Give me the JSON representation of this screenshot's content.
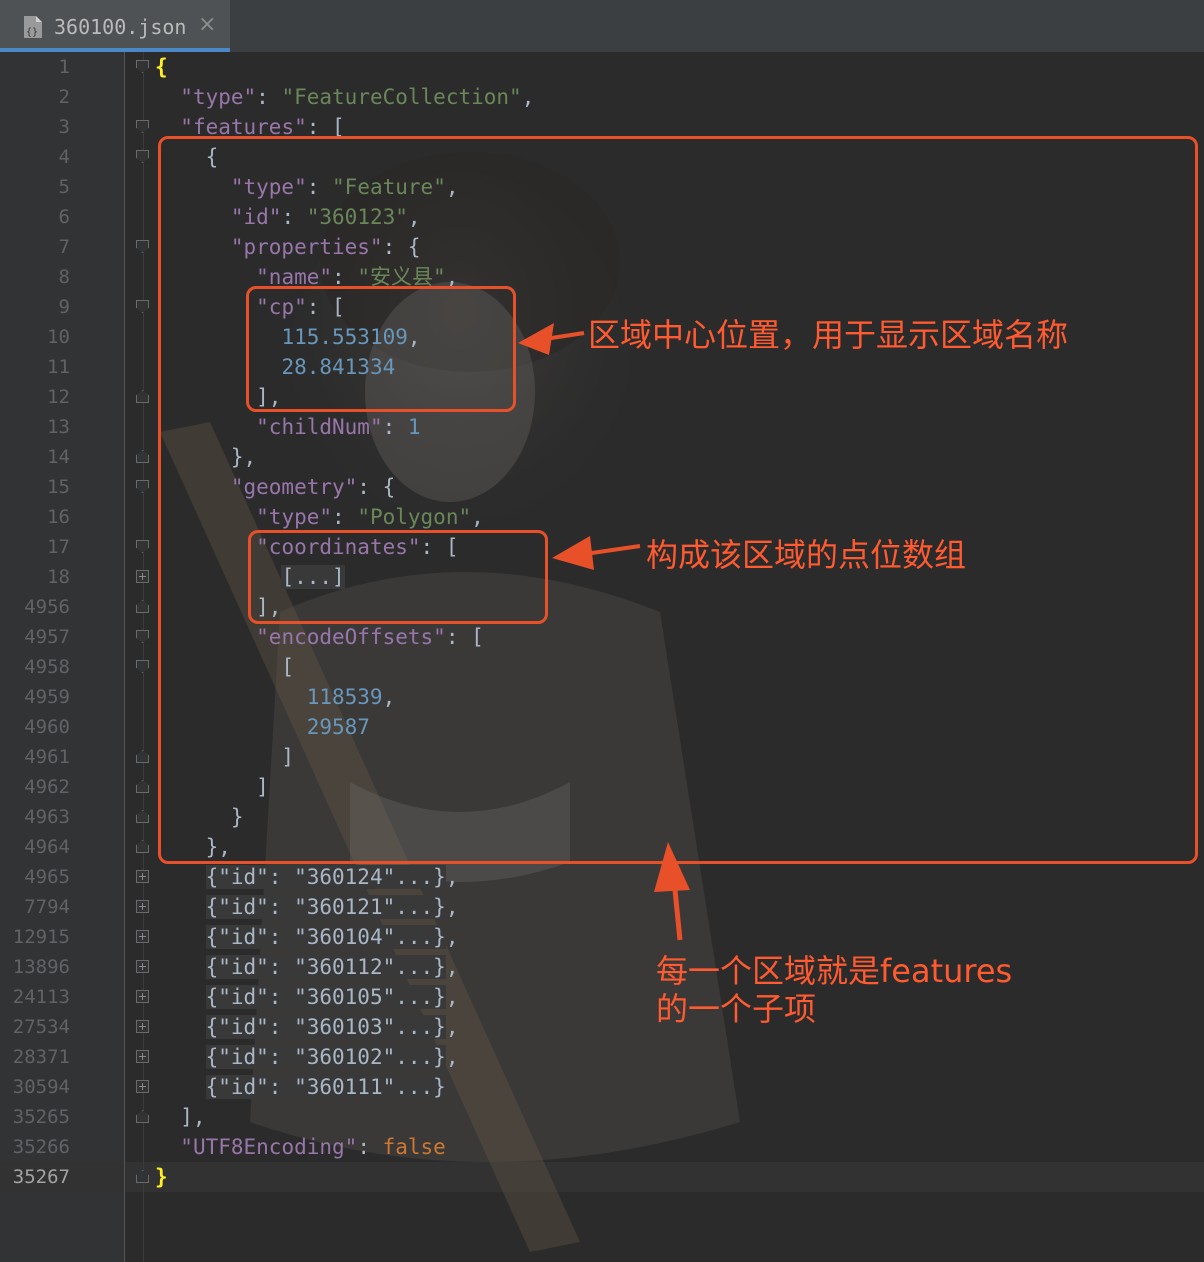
{
  "tab": {
    "title": "360100.json",
    "close_symbol": "×",
    "icon": "json-file-icon"
  },
  "gutter": {
    "line_numbers": [
      "1",
      "2",
      "3",
      "4",
      "5",
      "6",
      "7",
      "8",
      "9",
      "10",
      "11",
      "12",
      "13",
      "14",
      "15",
      "16",
      "17",
      "18",
      "4956",
      "4957",
      "4958",
      "4959",
      "4960",
      "4961",
      "4962",
      "4963",
      "4964",
      "4965",
      "7794",
      "12915",
      "13896",
      "24113",
      "27534",
      "28371",
      "30594",
      "35265",
      "35266",
      "35267"
    ],
    "current_line": "35267"
  },
  "code": {
    "feature_collection_type": "FeatureCollection",
    "feature_type": "Feature",
    "feature_id": "360123",
    "name_value": "安义县",
    "cp_values": [
      "115.553109",
      "28.841334"
    ],
    "child_num": "1",
    "geometry_type": "Polygon",
    "coordinates_placeholder": "[...]",
    "encode_offsets": [
      "118539",
      "29587"
    ],
    "collapsed_ids": [
      "360124",
      "360121",
      "360104",
      "360112",
      "360105",
      "360103",
      "360102",
      "360111"
    ],
    "utf8_encoding": "false",
    "keys": {
      "type": "\"type\"",
      "features": "\"features\"",
      "id": "\"id\"",
      "properties": "\"properties\"",
      "name": "\"name\"",
      "cp": "\"cp\"",
      "childNum": "\"childNum\"",
      "geometry": "\"geometry\"",
      "coordinates": "\"coordinates\"",
      "encodeOffsets": "\"encodeOffsets\"",
      "UTF8Encoding": "\"UTF8Encoding\""
    }
  },
  "annotations": {
    "cp_note": "区域中心位置，用于显示区域名称",
    "coordinates_note": "构成该区域的点位数组",
    "feature_note_line1": "每一个区域就是features",
    "feature_note_line2": "的一个子项"
  },
  "colors": {
    "annotation": "#e8502a",
    "key": "#9876aa",
    "string": "#6a8759",
    "number": "#6897bb",
    "keyword": "#cc7832"
  }
}
